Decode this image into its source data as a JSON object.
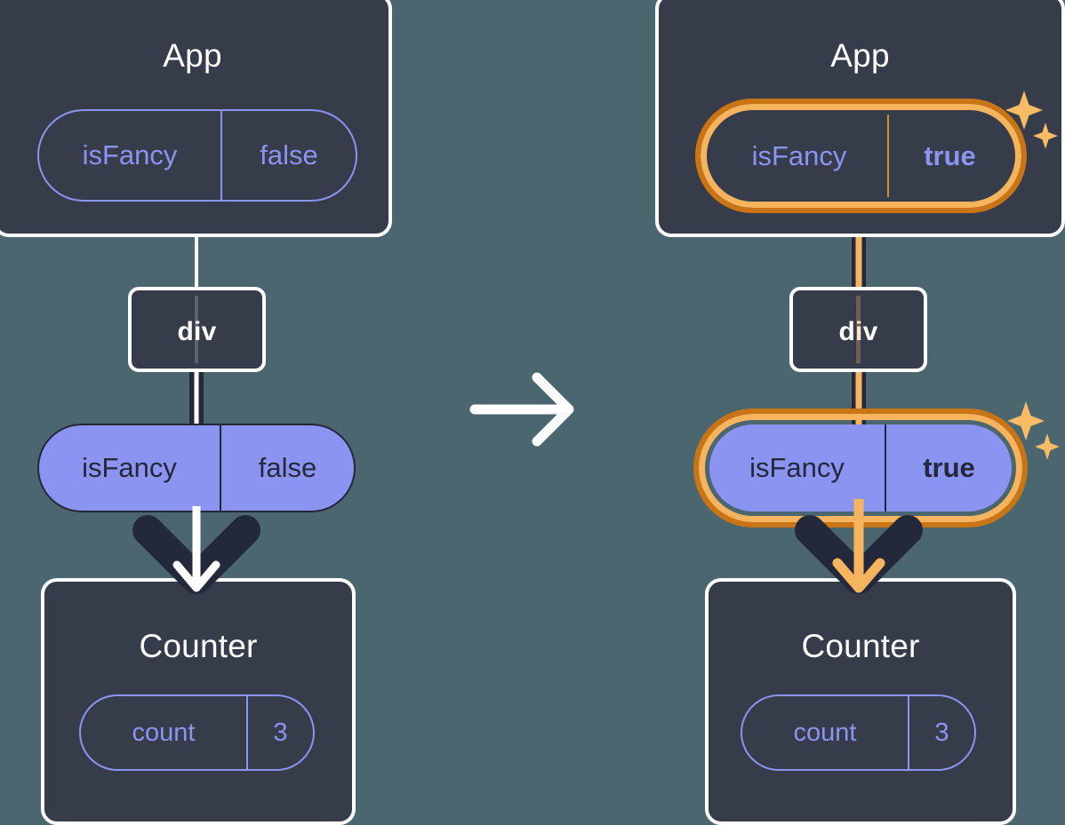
{
  "diagram": {
    "title": "react-state-props-propagation",
    "type": "two-panel-before-after",
    "background_color": "#4c6670",
    "colors": {
      "box_fill": "#373c4b",
      "box_border": "#ffffff",
      "pill_purple": "#8b94f0",
      "pill_dark_text": "#23283a",
      "highlight_outer": "#c97415",
      "highlight_inner": "#f6b45e",
      "sparkle": "#f9bb63",
      "connector_dark": "#23283a",
      "connector_light": "#ffffff",
      "connector_highlight": "#f6b45e"
    },
    "transition_arrow": {
      "icon": "arrow-right-icon",
      "direction": "right",
      "color": "#ffffff"
    },
    "panels": [
      {
        "id": "before",
        "highlighted": false,
        "app": {
          "label": "App",
          "state_pill": {
            "name": "isFancy",
            "value": "false",
            "style": "outline",
            "highlighted": false
          }
        },
        "div": {
          "label": "div"
        },
        "props_pill": {
          "name": "isFancy",
          "value": "false",
          "style": "filled",
          "highlighted": false
        },
        "counter": {
          "label": "Counter",
          "state_pill": {
            "name": "count",
            "value": "3",
            "style": "outline",
            "highlighted": false
          }
        },
        "arrow_color": "#ffffff",
        "connector_color": "#ffffff"
      },
      {
        "id": "after",
        "highlighted": true,
        "app": {
          "label": "App",
          "state_pill": {
            "name": "isFancy",
            "value": "true",
            "style": "outline",
            "highlighted": true,
            "value_bold": true
          }
        },
        "div": {
          "label": "div"
        },
        "props_pill": {
          "name": "isFancy",
          "value": "true",
          "style": "filled",
          "highlighted": true,
          "value_bold": true
        },
        "counter": {
          "label": "Counter",
          "state_pill": {
            "name": "count",
            "value": "3",
            "style": "outline",
            "highlighted": false
          }
        },
        "arrow_color": "#f6b45e",
        "connector_color": "#f6b45e"
      }
    ],
    "sparkle_groups": [
      {
        "id": "app-sparkle",
        "icon": "sparkle-icon",
        "count": 2
      },
      {
        "id": "props-sparkle",
        "icon": "sparkle-icon",
        "count": 2
      }
    ]
  }
}
